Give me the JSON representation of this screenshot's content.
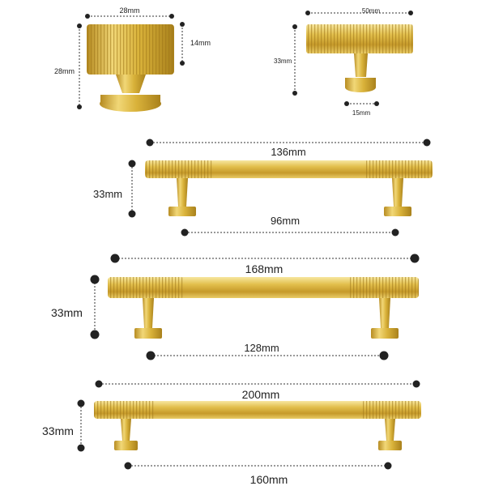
{
  "colors": {
    "gold_light": "#f3dc7a",
    "gold_mid": "#d9b23a",
    "gold_dark": "#a9811c",
    "dimension_line": "#333333",
    "dot": "#222222",
    "background": "#ffffff"
  },
  "knob_round": {
    "width_label": "28mm",
    "cap_height_label": "14mm",
    "total_height_label": "28mm"
  },
  "knob_t_bar": {
    "width_label": "50mm",
    "height_label": "33mm",
    "base_label": "15mm"
  },
  "pull_136": {
    "length_label": "136mm",
    "height_label": "33mm",
    "hole_spacing_label": "96mm"
  },
  "pull_168": {
    "length_label": "168mm",
    "height_label": "33mm",
    "hole_spacing_label": "128mm"
  },
  "pull_200": {
    "length_label": "200mm",
    "height_label": "33mm",
    "hole_spacing_label": "160mm"
  }
}
